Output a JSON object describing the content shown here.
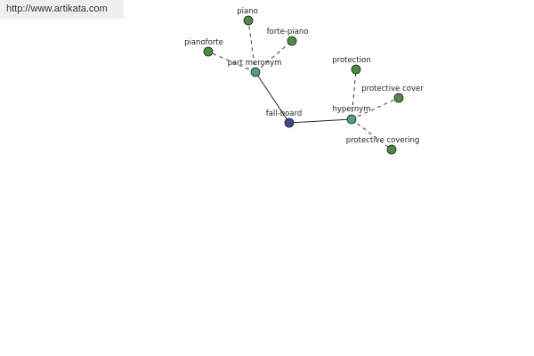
{
  "source_link": {
    "text": "http://www.artikata.com"
  },
  "graph": {
    "colors": {
      "leaf": "#4f8a45",
      "relation": "#4f9c95",
      "center": "#384a8c",
      "edge": "#222222",
      "node_stroke": "#222222"
    },
    "nodes": [
      {
        "id": "fall-board",
        "label": "fall-board",
        "kind": "center"
      },
      {
        "id": "part-meronym",
        "label": "part meronym",
        "kind": "relation"
      },
      {
        "id": "hypernym",
        "label": "hypernym",
        "kind": "relation"
      },
      {
        "id": "piano",
        "label": "piano",
        "kind": "leaf"
      },
      {
        "id": "forte-piano",
        "label": "forte-piano",
        "kind": "leaf"
      },
      {
        "id": "pianoforte",
        "label": "pianoforte",
        "kind": "leaf"
      },
      {
        "id": "protection",
        "label": "protection",
        "kind": "leaf"
      },
      {
        "id": "protective-cover",
        "label": "protective cover",
        "kind": "leaf"
      },
      {
        "id": "protective-covering",
        "label": "protective covering",
        "kind": "leaf"
      }
    ],
    "edges": [
      {
        "from": "fall-board",
        "to": "part-meronym",
        "style": "solid"
      },
      {
        "from": "fall-board",
        "to": "hypernym",
        "style": "solid"
      },
      {
        "from": "part-meronym",
        "to": "piano",
        "style": "dashed"
      },
      {
        "from": "part-meronym",
        "to": "forte-piano",
        "style": "dashed"
      },
      {
        "from": "part-meronym",
        "to": "pianoforte",
        "style": "dashed"
      },
      {
        "from": "hypernym",
        "to": "protection",
        "style": "dashed"
      },
      {
        "from": "hypernym",
        "to": "protective-cover",
        "style": "dashed"
      },
      {
        "from": "hypernym",
        "to": "protective-covering",
        "style": "dashed"
      }
    ]
  }
}
